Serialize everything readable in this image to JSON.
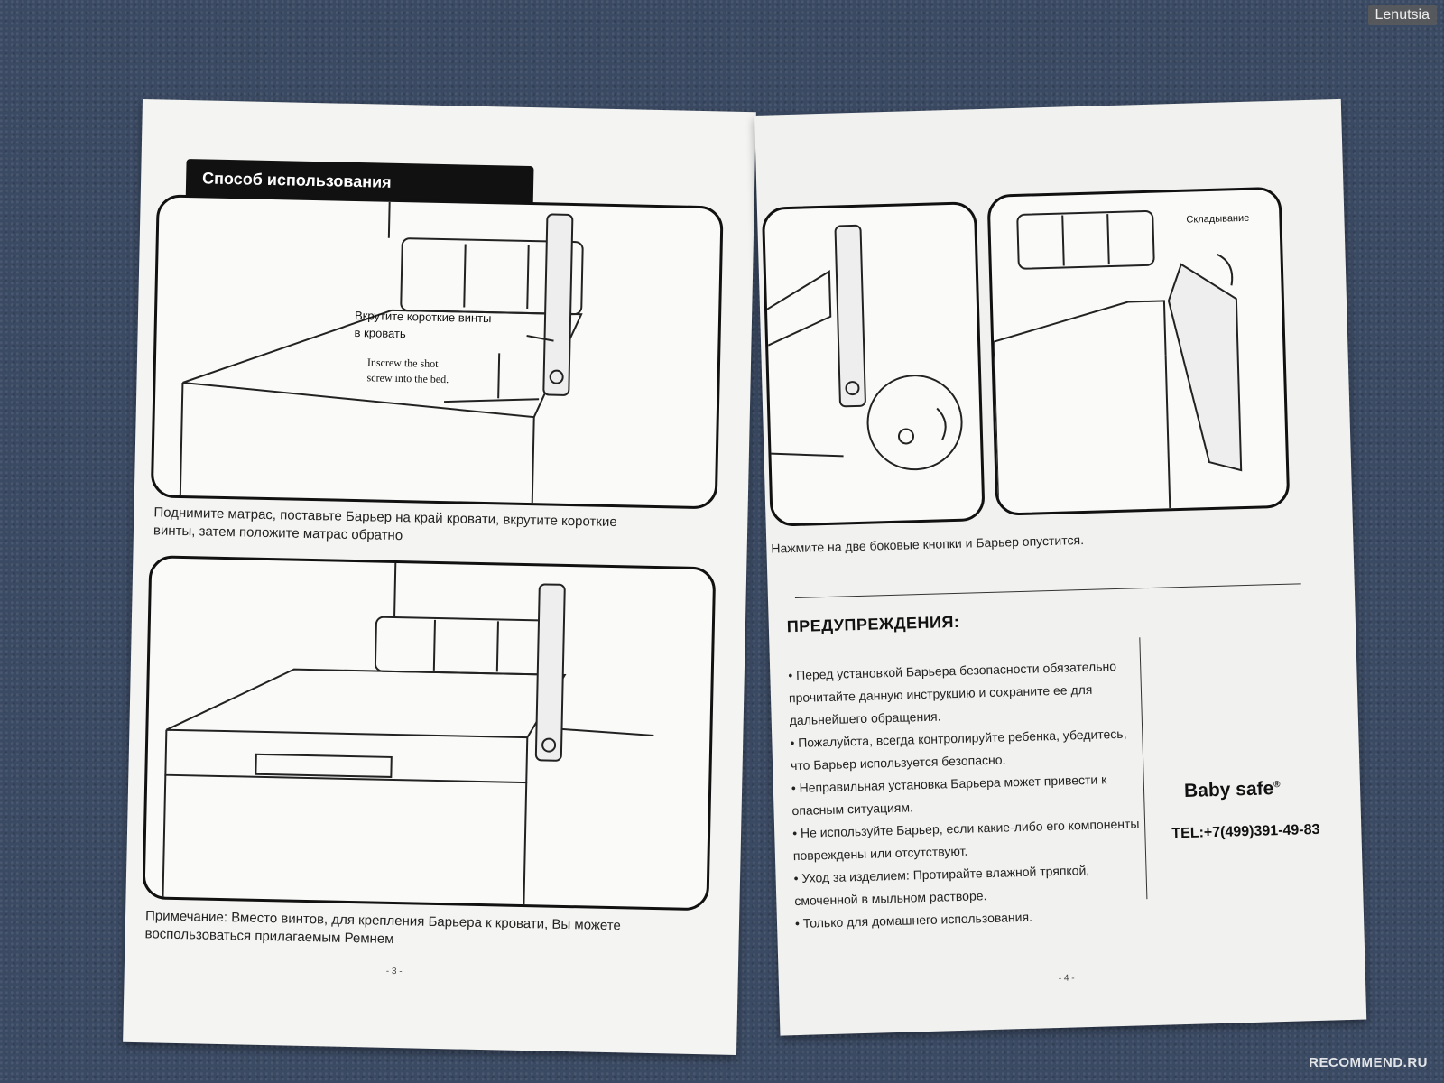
{
  "watermark": "Lenutsia",
  "site_watermark": "RECOMMEND.RU",
  "left_page": {
    "section_title": "Способ использования",
    "callout_ru_line1": "Вкрутите короткие винты",
    "callout_ru_line2": "в кровать",
    "callout_en_line1": "Inscrew the shot",
    "callout_en_line2": "screw into the bed.",
    "caption1_line1": "Поднимите матрас, поставьте Барьер на край кровати, вкрутите короткие",
    "caption1_line2": "винты, затем положите матрас обратно",
    "caption2_line1": "Примечание: Вместо винтов, для крепления Барьера к кровати, Вы можете",
    "caption2_line2": "воспользоваться прилагаемым Ремнем",
    "page_number": "- 3 -"
  },
  "right_page": {
    "fold_label": "Складывание",
    "caption": "Нажмите на две боковые кнопки и Барьер опустится.",
    "warnings_title": "ПРЕДУПРЕЖДЕНИЯ:",
    "warnings": [
      "• Перед установкой Барьера безопасности обязательно",
      "прочитайте данную инструкцию и сохраните ее для",
      "дальнейшего обращения.",
      "• Пожалуйста, всегда контролируйте ребенка, убедитесь,",
      "что Барьер используется безопасно.",
      "• Неправильная установка Барьера может привести к",
      "опасным ситуациям.",
      "• Не используйте Барьер, если какие-либо его компоненты",
      "повреждены или отсутствуют.",
      "• Уход за изделием: Протирайте влажной тряпкой,",
      "смоченной в мыльном растворе.",
      "• Только для домашнего использования."
    ],
    "brand": "Baby safe",
    "brand_mark": "®",
    "phone": "TEL:+7(499)391-49-83",
    "page_number": "- 4 -"
  }
}
